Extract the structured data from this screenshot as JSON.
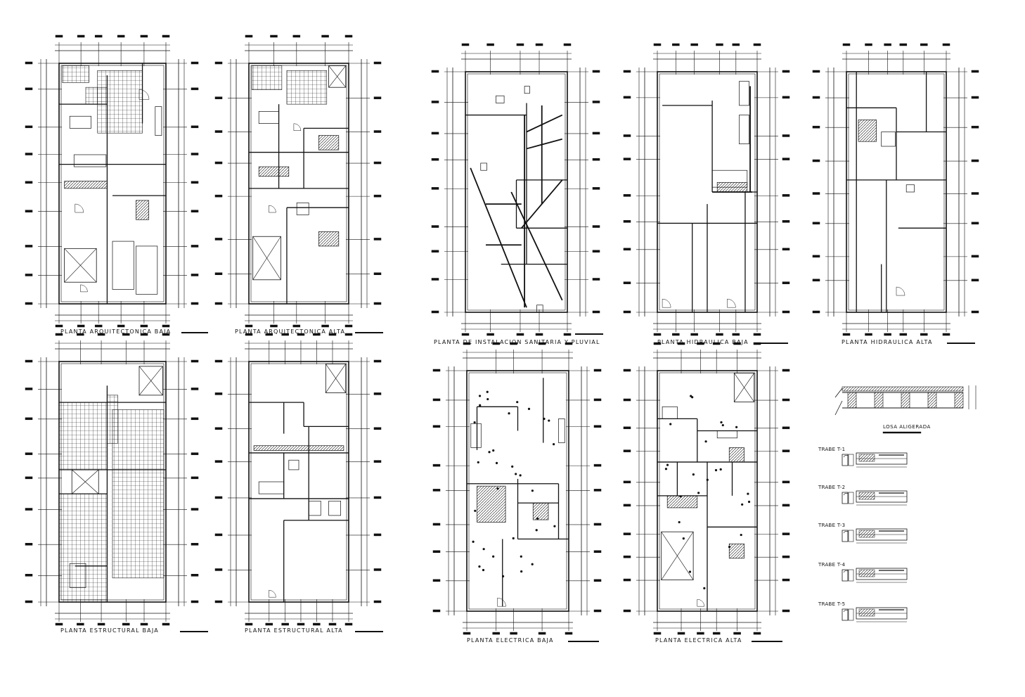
{
  "sheet": {
    "plans": [
      {
        "key": "arq_baja",
        "title": "PLANTA ARQUITECTONICA BAJA"
      },
      {
        "key": "arq_alta",
        "title": "PLANTA ARQUITECTONICA ALTA"
      },
      {
        "key": "sanitaria",
        "title": "PLANTA DE INSTALACION SANITARIA Y PLUVIAL"
      },
      {
        "key": "hidr_baja",
        "title": "PLANTA HIDRAULICA BAJA"
      },
      {
        "key": "hidr_alta",
        "title": "PLANTA HIDRAULICA ALTA"
      },
      {
        "key": "est_baja",
        "title": "PLANTA ESTRUCTURAL BAJA"
      },
      {
        "key": "est_alta",
        "title": "PLANTA ESTRUCTURAL ALTA"
      },
      {
        "key": "elec_baja",
        "title": "PLANTA ELECTRICA BAJA"
      },
      {
        "key": "elec_alta",
        "title": "PLANTA ELECTRICA ALTA"
      }
    ],
    "detail": {
      "losa_title": "LOSA ALIGERADA",
      "beams": [
        "TRABE T-1",
        "TRABE T-2",
        "TRABE T-3",
        "TRABE T-4",
        "TRABE T-5"
      ]
    }
  }
}
